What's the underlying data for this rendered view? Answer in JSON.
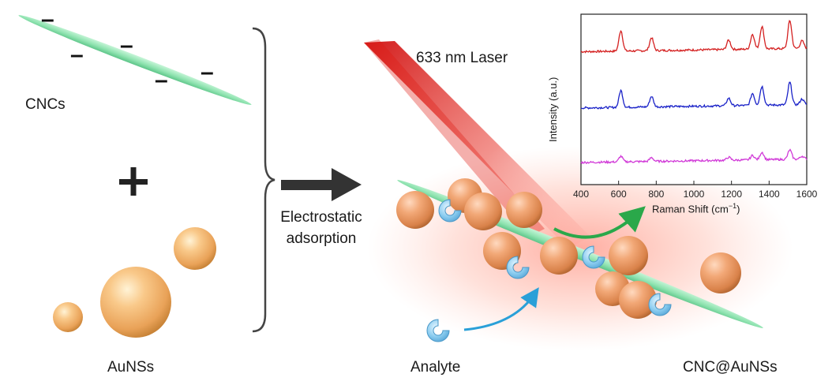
{
  "labels": {
    "cncs": "CNCs",
    "aunss": "AuNSs",
    "analyte": "Analyte",
    "product": "CNC@AuNSs",
    "laser": "633 nm Laser",
    "process_line1": "Electrostatic",
    "process_line2": "adsorption",
    "charge_symbol": "–",
    "plus_symbol": "+"
  },
  "colors": {
    "cnc_green": "#8fe3b0",
    "gold": "#f2b870",
    "laser_red": "#e0201a",
    "analyte_blue": "#7fc4ea",
    "arrow_green": "#2aa84a",
    "arrow_blue": "#2aa0d8"
  },
  "chart_data": {
    "type": "line",
    "xlabel": "Raman Shift (cm",
    "xlabel_sup": "−1",
    "xlabel_end": ")",
    "ylabel": "Intensity (a.u.)",
    "xlim": [
      400,
      1600
    ],
    "xticks": [
      "400",
      "600",
      "800",
      "1000",
      "1200",
      "1400",
      "1600"
    ],
    "peaks_cm1": [
      612,
      775,
      1185,
      1312,
      1362,
      1510,
      1575
    ],
    "series": [
      {
        "color": "#d42020",
        "baseline": 0.78,
        "peak_heights": [
          0.55,
          0.35,
          0.25,
          0.4,
          0.6,
          0.75,
          0.2
        ]
      },
      {
        "color": "#1a22c8",
        "baseline": 0.45,
        "peak_heights": [
          0.45,
          0.28,
          0.2,
          0.32,
          0.5,
          0.6,
          0.15
        ]
      },
      {
        "color": "#d13ad8",
        "baseline": 0.13,
        "peak_heights": [
          0.15,
          0.1,
          0.08,
          0.12,
          0.2,
          0.25,
          0.08
        ]
      }
    ]
  }
}
